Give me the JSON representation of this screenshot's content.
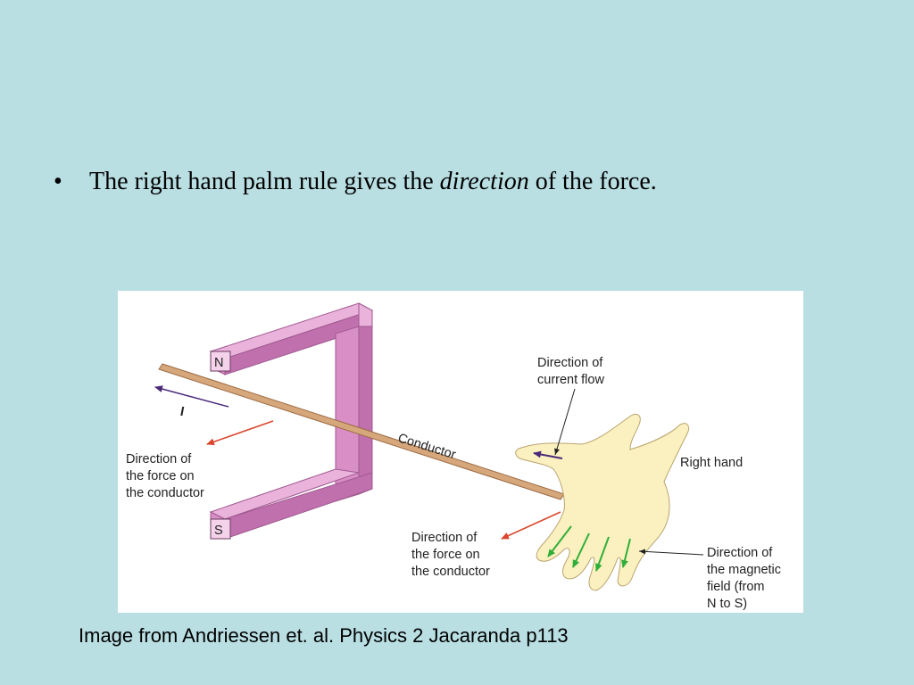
{
  "slide": {
    "bullet": {
      "prefix": "The right hand palm rule gives the ",
      "emphasis": "direction",
      "suffix": " of the force."
    },
    "caption": "Image from Andriessen et. al. Physics 2 Jacaranda p113"
  },
  "diagram": {
    "pole_north": "N",
    "pole_south": "S",
    "current_symbol": "I",
    "conductor_label": "Conductor",
    "left_force_label": [
      "Direction of",
      "the force on",
      "the conductor"
    ],
    "current_flow_label": [
      "Direction of",
      "current flow"
    ],
    "right_hand_label": "Right hand",
    "hand_force_label": [
      "Direction of",
      "the force on",
      "the conductor"
    ],
    "field_label": [
      "Direction of",
      "the magnetic",
      "field (from",
      "N to S)"
    ],
    "colors": {
      "magnet_front": "#d98fc6",
      "magnet_top": "#eab3dc",
      "magnet_side": "#c070ad",
      "conductor": "#d7a77c",
      "force_arrow": "#d9482e",
      "current_arrow": "#4a2a7a",
      "field_arrow": "#2fae3a",
      "hand": "#fbf0bf"
    }
  }
}
